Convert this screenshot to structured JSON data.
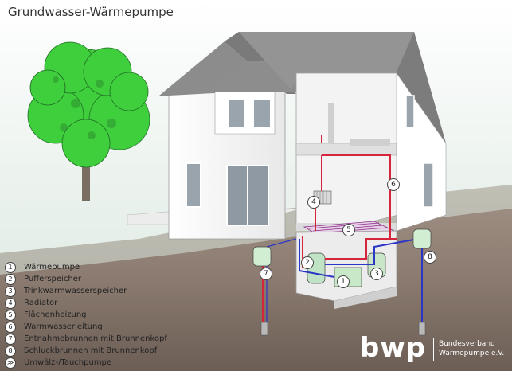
{
  "title": "Grundwasser-Wärmepumpe",
  "legend": [
    {
      "num": "1",
      "label": "Wärmepumpe"
    },
    {
      "num": "2",
      "label": "Pufferspeicher"
    },
    {
      "num": "3",
      "label": "Trinkwarmwasserspeicher"
    },
    {
      "num": "4",
      "label": "Radiator"
    },
    {
      "num": "5",
      "label": "Flächenheizung"
    },
    {
      "num": "6",
      "label": "Warmwasserleitung"
    },
    {
      "num": "7",
      "label": "Entnahmebrunnen mit Brunnenkopf"
    },
    {
      "num": "8",
      "label": "Schluckbrunnen mit Brunnenkopf"
    },
    {
      "num": "",
      "label": "Umwälz-/Tauchpumpe"
    }
  ],
  "callouts": [
    "1",
    "2",
    "3",
    "4",
    "5",
    "6",
    "7",
    "8"
  ],
  "brand": {
    "logo": "bwp",
    "line1": "Bundesverband",
    "line2": "Wärmepumpe e.V."
  },
  "colors": {
    "supply": "#d6243a",
    "return": "#2b36c8",
    "tree": "#38c43a",
    "ground": "#7a6a5e"
  },
  "icons": {
    "pump_symbol": "circle-arrow"
  }
}
